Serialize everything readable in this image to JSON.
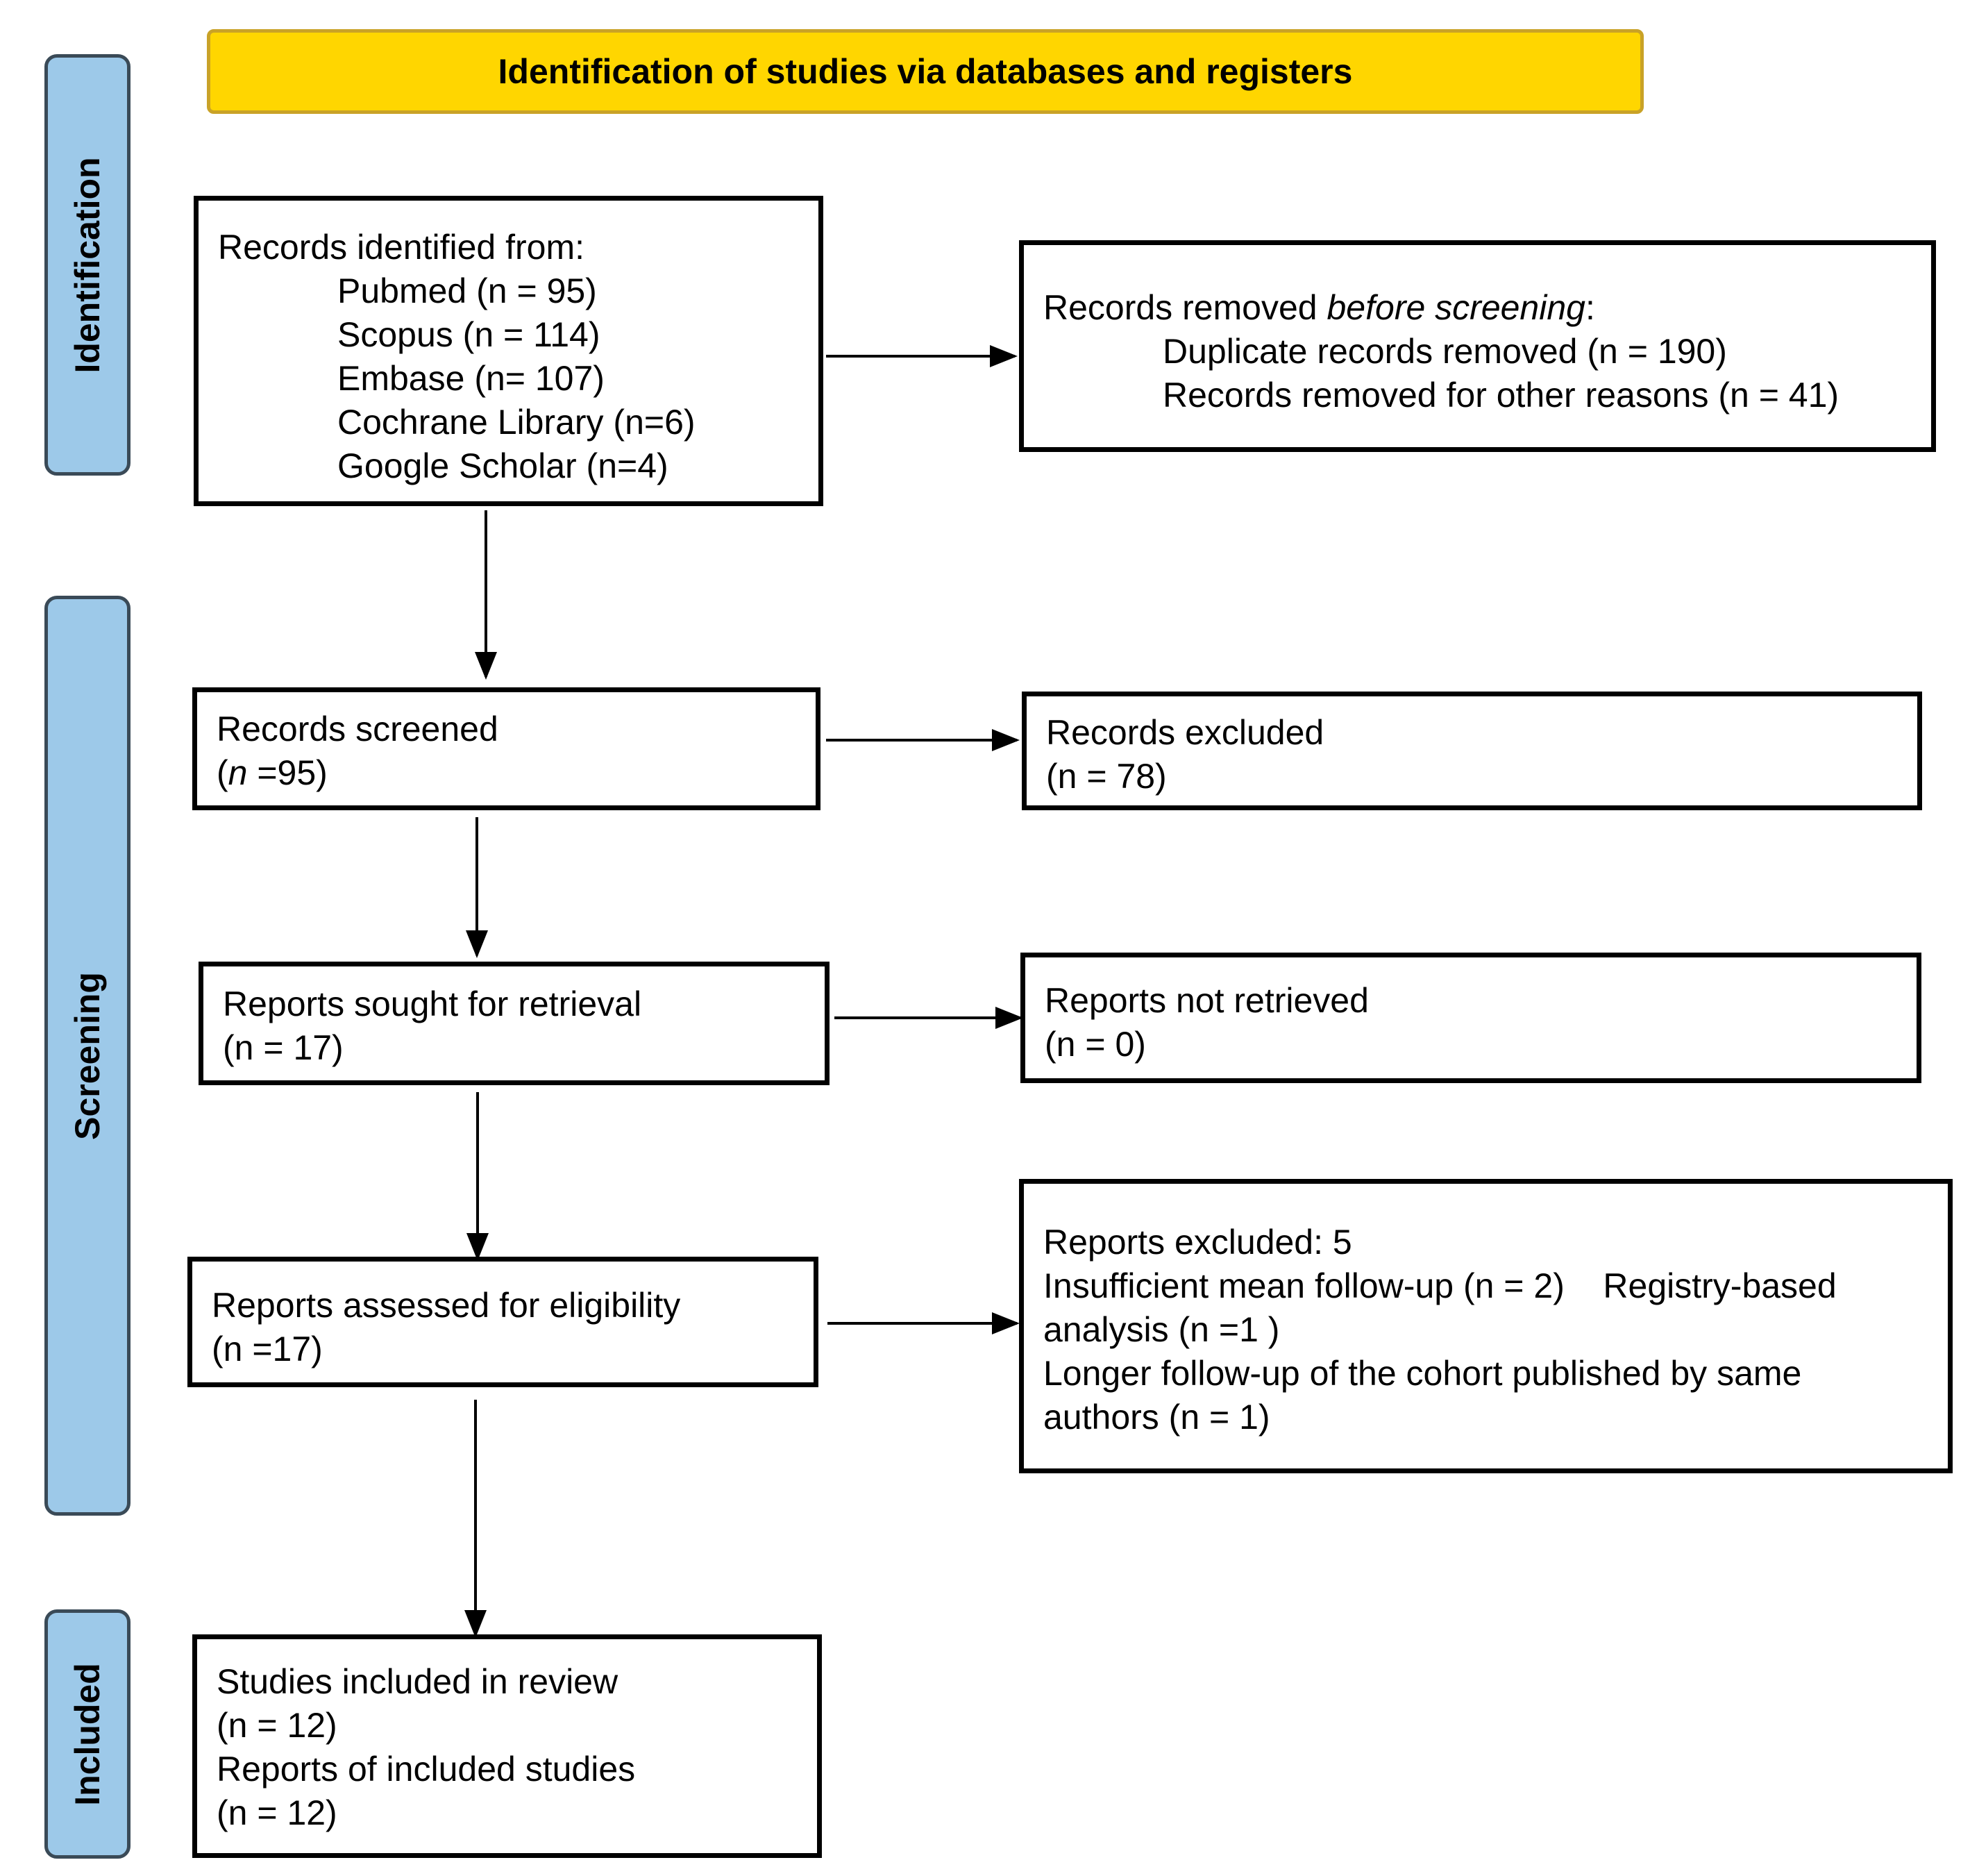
{
  "header": {
    "title": "Identification of studies via databases and registers"
  },
  "stages": {
    "identification": "Identification",
    "screening": "Screening",
    "included": "Included"
  },
  "identified": {
    "heading": "Records identified from:",
    "sources": [
      "Pubmed (n = 95)",
      "Scopus (n = 114)",
      "Embase (n= 107)",
      "Cochrane Library (n=6)",
      "Google Scholar (n=4)"
    ]
  },
  "removed": {
    "heading_prefix": "Records removed ",
    "heading_emph": "before screening",
    "heading_suffix": ":",
    "duplicates": "Duplicate records removed  (n = 190)",
    "other": "Records removed for other reasons (n = 41)"
  },
  "screened": {
    "label": "Records screened",
    "count_prefix": "(",
    "count_var": "n",
    "count_suffix": " =95)"
  },
  "excluded": {
    "label": "Records excluded",
    "count": "(n = 78)"
  },
  "sought": {
    "label": "Reports sought for retrieval",
    "count": "(n = 17)"
  },
  "not_retrieved": {
    "label": "Reports not retrieved",
    "count": "(n = 0)"
  },
  "assessed": {
    "label": "Reports assessed for eligibility",
    "count": "(n =17)"
  },
  "reports_excluded": {
    "lines": [
      "Reports excluded: 5",
      "Insufficient mean follow-up (n = 2)    Registry-based",
      "analysis (n =1 )",
      "Longer follow-up of the cohort published by same",
      "authors (n = 1)"
    ]
  },
  "included": {
    "studies_label": "Studies included in review",
    "studies_count": "(n = 12)",
    "reports_label": "Reports of included studies",
    "reports_count": "(n = 12)"
  }
}
